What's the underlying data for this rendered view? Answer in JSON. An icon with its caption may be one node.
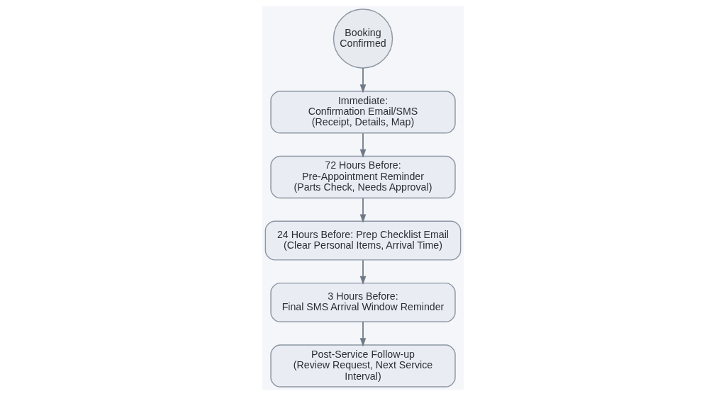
{
  "diagram": {
    "nodes": [
      {
        "text": [
          "Booking Confirmed"
        ]
      },
      {
        "text": [
          "Immediate: Confirmation Email/SMS",
          "(Receipt, Details, Map)"
        ]
      },
      {
        "text": [
          "72 Hours Before: Pre-Appointment Reminder",
          "(Parts Check, Needs Approval)"
        ]
      },
      {
        "text": [
          "24 Hours Before: Prep Checklist Email",
          "(Clear Personal Items, Arrival Time)"
        ]
      },
      {
        "text": [
          "3 Hours Before: Final SMS Arrival Window Reminder"
        ]
      },
      {
        "text": [
          "Post-Service Follow-up",
          "(Review Request, Next Service Interval)"
        ]
      }
    ],
    "edges": [
      {
        "from": 0,
        "to": 1,
        "arrow": "to"
      },
      {
        "from": 1,
        "to": 2,
        "arrow": "to"
      },
      {
        "from": 2,
        "to": 3,
        "arrow": "to"
      },
      {
        "from": 3,
        "to": 4,
        "arrow": "to"
      },
      {
        "from": 4,
        "to": 5,
        "arrow": "to"
      }
    ]
  }
}
